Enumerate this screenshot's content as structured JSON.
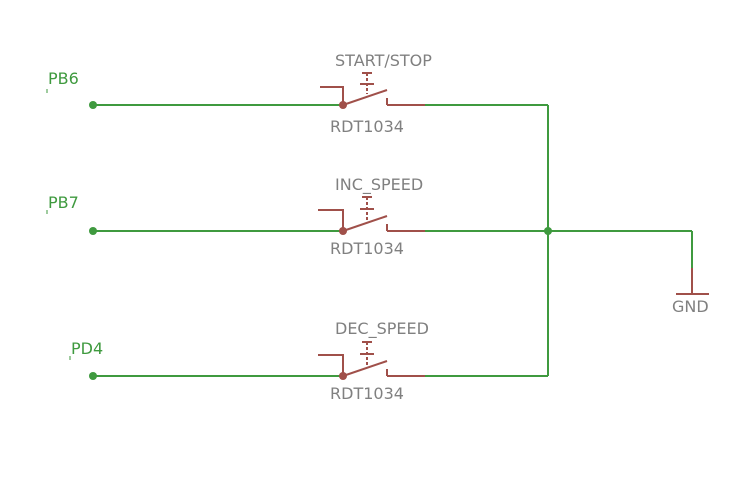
{
  "colors": {
    "wire": "#3f9a3f",
    "part": "#a0504a",
    "label": "#808080"
  },
  "switches": [
    {
      "net": "PB6",
      "name": "START/STOP",
      "value": "RDT1034"
    },
    {
      "net": "PB7",
      "name": "INC_SPEED",
      "value": "RDT1034"
    },
    {
      "net": "PD4",
      "name": "DEC_SPEED",
      "value": "RDT1034"
    }
  ],
  "ground": {
    "label": "GND",
    "icon": "ground-symbol-icon"
  }
}
